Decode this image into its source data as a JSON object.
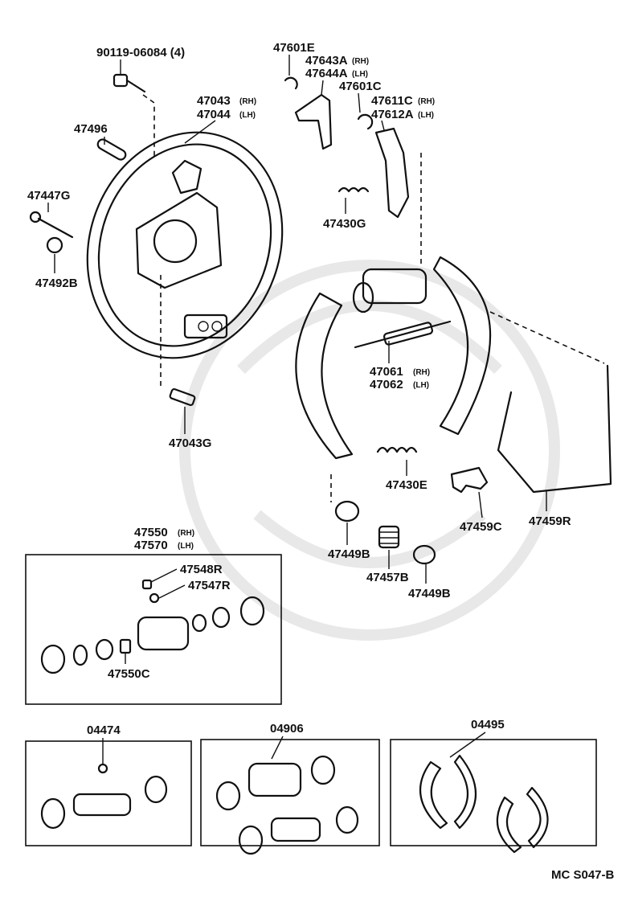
{
  "diagram": {
    "code": "MC S047-B",
    "part_labels": {
      "p90119": "90119-06084 (4)",
      "p47496": "47496",
      "p47447G": "47447G",
      "p47492B": "47492B",
      "p47043": "47043",
      "p47044": "47044",
      "p47043G": "47043G",
      "p47601E": "47601E",
      "p47643A": "47643A",
      "p47644A": "47644A",
      "p47601C": "47601C",
      "p47611C": "47611C",
      "p47612A": "47612A",
      "p47430G": "47430G",
      "p47061": "47061",
      "p47062": "47062",
      "p47430E": "47430E",
      "p47449B_a": "47449B",
      "p47457B": "47457B",
      "p47449B_b": "47449B",
      "p47459C": "47459C",
      "p47459R": "47459R",
      "p47550": "47550",
      "p47570": "47570",
      "p47548R": "47548R",
      "p47547R": "47547R",
      "p47550C": "47550C",
      "k04474": "04474",
      "k04906": "04906",
      "k04495": "04495"
    },
    "side_tags": {
      "rh": "(RH)",
      "lh": "(LH)"
    }
  }
}
